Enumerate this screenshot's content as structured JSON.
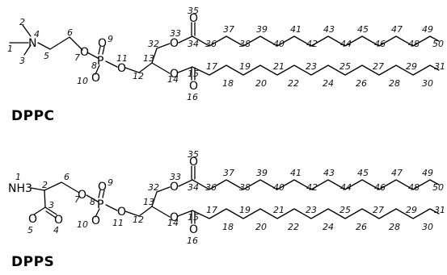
{
  "molecules": [
    {
      "name": "DPPC",
      "atoms": {
        "N": "N",
        "P": "P",
        "O": "O"
      },
      "numbers": [
        "1",
        "2",
        "3",
        "4",
        "5",
        "6",
        "7",
        "8",
        "9",
        "10",
        "11",
        "12",
        "13",
        "14",
        "15",
        "16",
        "17",
        "18",
        "19",
        "20",
        "21",
        "22",
        "23",
        "24",
        "25",
        "26",
        "27",
        "28",
        "29",
        "30",
        "31",
        "32",
        "33",
        "34",
        "35",
        "36",
        "37",
        "38",
        "39",
        "40",
        "41",
        "42",
        "43",
        "44",
        "45",
        "46",
        "47",
        "48",
        "49",
        "50"
      ]
    },
    {
      "name": "DPPS",
      "atoms": {
        "NH3": "NH3",
        "P": "P",
        "O": "O"
      },
      "numbers": [
        "1",
        "2",
        "3",
        "4",
        "5",
        "6",
        "7",
        "8",
        "9",
        "10",
        "11",
        "12",
        "13",
        "14",
        "15",
        "16",
        "17",
        "18",
        "19",
        "20",
        "21",
        "22",
        "23",
        "24",
        "25",
        "26",
        "27",
        "28",
        "29",
        "30",
        "31",
        "32",
        "33",
        "34",
        "35",
        "36",
        "37",
        "38",
        "39",
        "40",
        "41",
        "42",
        "43",
        "44",
        "45",
        "46",
        "47",
        "48",
        "49",
        "50"
      ]
    }
  ]
}
